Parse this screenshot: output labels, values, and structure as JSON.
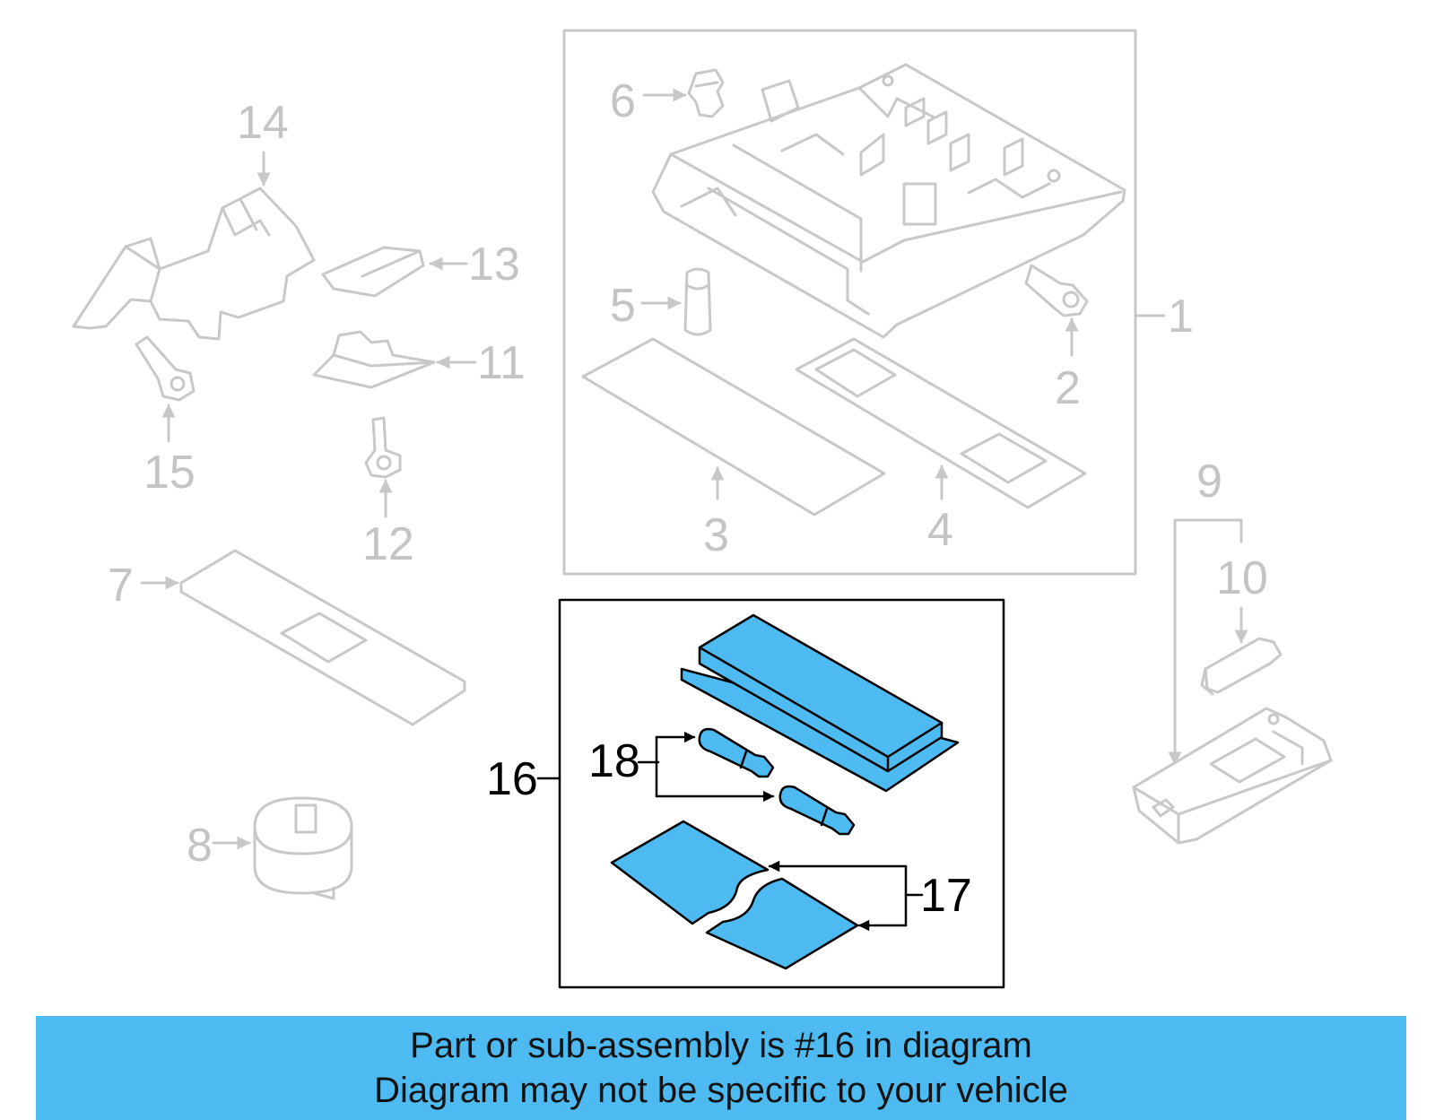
{
  "callouts": {
    "c1": "1",
    "c2": "2",
    "c3": "3",
    "c4": "4",
    "c5": "5",
    "c6": "6",
    "c7": "7",
    "c8": "8",
    "c9": "9",
    "c10": "10",
    "c11": "11",
    "c12": "12",
    "c13": "13",
    "c14": "14",
    "c15": "15",
    "c16": "16",
    "c17": "17",
    "c18": "18"
  },
  "banner": {
    "line1": "Part or sub-assembly is #16 in diagram",
    "line2": "Diagram may not be specific to your vehicle"
  },
  "colors": {
    "highlight": "#4dbbf2",
    "ghost_line": "#c8c8c8",
    "ghost_text": "#c4c4c4",
    "active_line": "#000000"
  }
}
